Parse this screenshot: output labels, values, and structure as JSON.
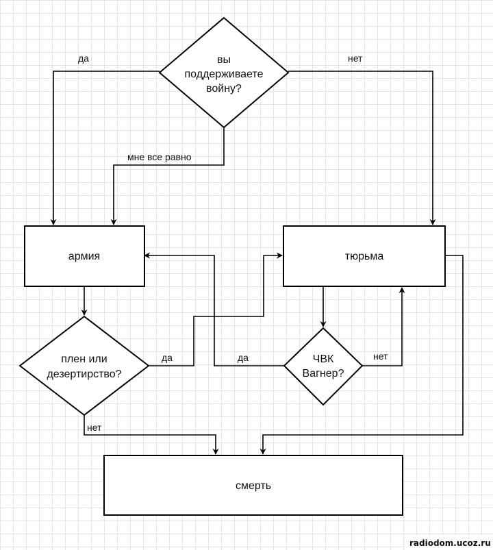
{
  "nodes": {
    "question_war": {
      "lines": [
        "вы",
        "поддерживаете",
        "войну?"
      ]
    },
    "army": {
      "label": "армия"
    },
    "prison": {
      "label": "тюрьма"
    },
    "question_desert": {
      "lines": [
        "плен или",
        "дезертирство?"
      ]
    },
    "question_wagner": {
      "lines": [
        "ЧВК",
        "Вагнер?"
      ]
    },
    "death": {
      "label": "смерть"
    }
  },
  "edges": {
    "war_yes": "да",
    "war_no": "нет",
    "war_dontcare": "мне все равно",
    "desert_yes": "да",
    "desert_no": "нет",
    "wagner_yes": "да",
    "wagner_no": "нет"
  },
  "watermark": "radiodom.ucoz.ru"
}
